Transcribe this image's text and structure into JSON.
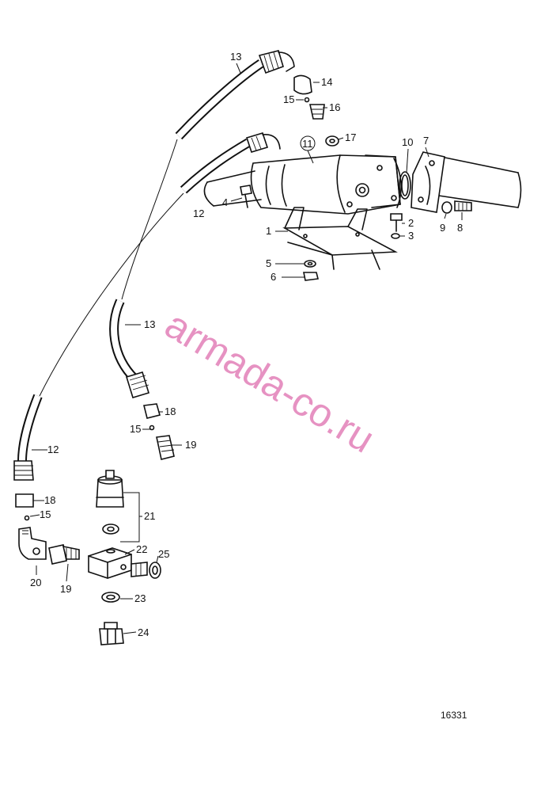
{
  "diagram": {
    "callouts": [
      "13",
      "14",
      "15",
      "16",
      "11",
      "17",
      "10",
      "7",
      "4",
      "12",
      "2",
      "3",
      "9",
      "8",
      "1",
      "5",
      "6",
      "13",
      "18",
      "15",
      "19",
      "12",
      "18",
      "15",
      "21",
      "22",
      "25",
      "20",
      "19",
      "23",
      "24"
    ],
    "figure_number": "16331",
    "watermark": "armada-co.ru"
  },
  "colors": {
    "line": "#111111",
    "watermark": "#e27fb8",
    "background": "#ffffff"
  }
}
